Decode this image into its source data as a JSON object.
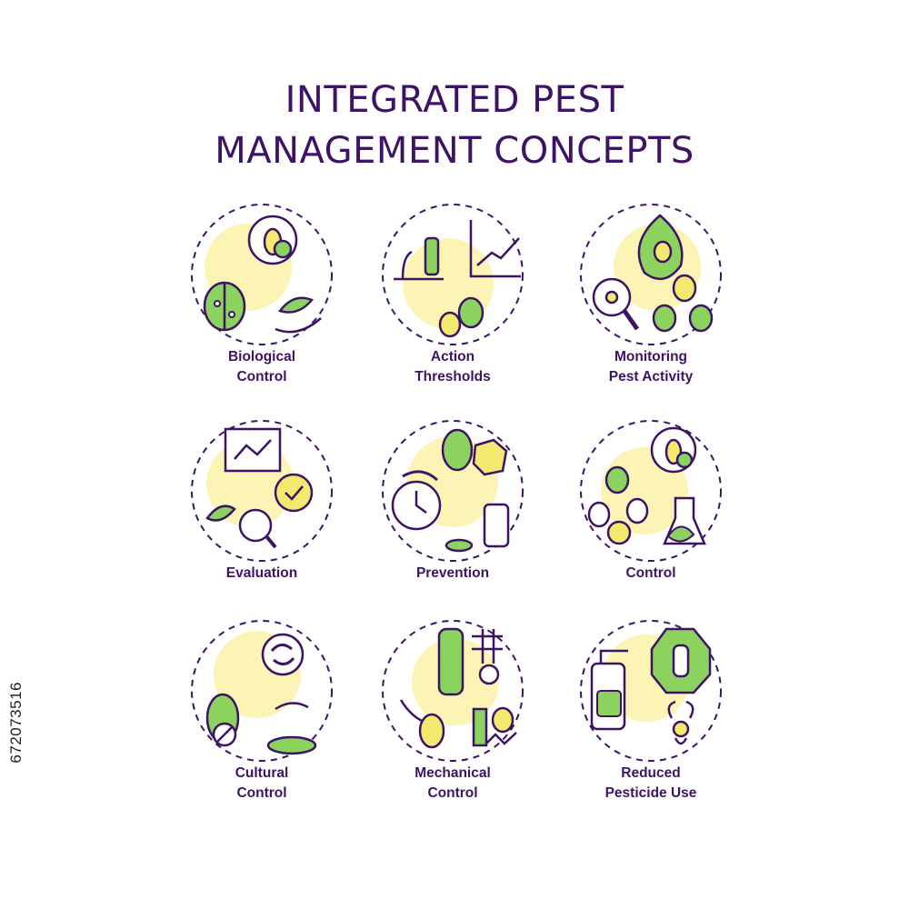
{
  "title": {
    "line1": "INTEGRATED PEST",
    "line2": "MANAGEMENT CONCEPTS"
  },
  "colors": {
    "accent_purple": "#3d1465",
    "yellow_fill": "#fbf4b5",
    "green": "#8cd25f",
    "yellow_icon": "#f2ea6e"
  },
  "concepts": [
    {
      "icon": "biological-control-icon",
      "line1": "Biological",
      "line2": "Control"
    },
    {
      "icon": "action-thresholds-icon",
      "line1": "Action",
      "line2": "Thresholds"
    },
    {
      "icon": "monitoring-pest-activity-icon",
      "line1": "Monitoring",
      "line2": "Pest Activity"
    },
    {
      "icon": "evaluation-icon",
      "line1": "Evaluation",
      "line2": ""
    },
    {
      "icon": "prevention-icon",
      "line1": "Prevention",
      "line2": ""
    },
    {
      "icon": "control-icon",
      "line1": "Control",
      "line2": ""
    },
    {
      "icon": "cultural-control-icon",
      "line1": "Cultural",
      "line2": "Control"
    },
    {
      "icon": "mechanical-control-icon",
      "line1": "Mechanical",
      "line2": "Control"
    },
    {
      "icon": "reduced-pesticide-use-icon",
      "line1": "Reduced",
      "line2": "Pesticide Use"
    }
  ],
  "stock_id": "672073516"
}
